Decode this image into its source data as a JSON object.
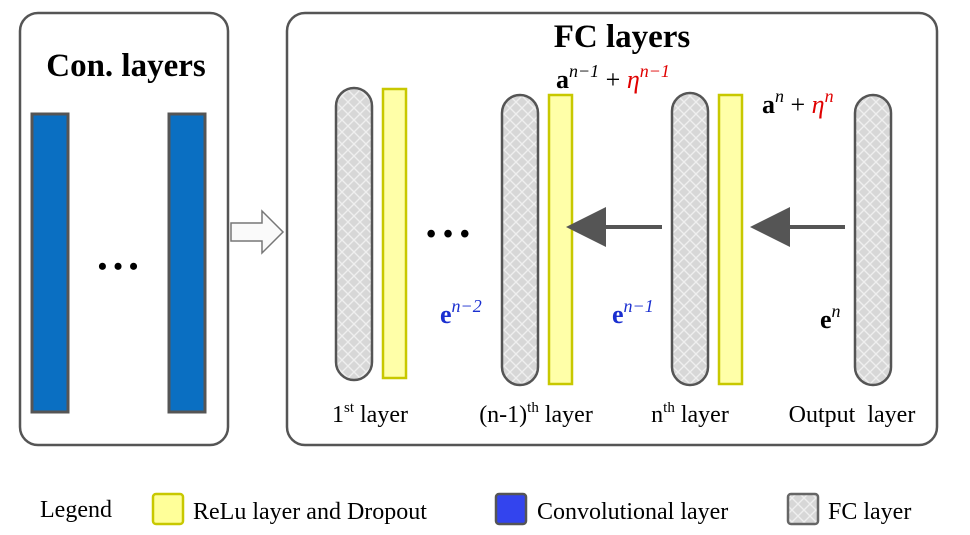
{
  "left_panel": {
    "title": "Con. layers",
    "dots": "• • •"
  },
  "right_panel": {
    "title": "FC layers",
    "mid_dots": "• • •"
  },
  "labels": {
    "first": {
      "base": "1",
      "sup": "st",
      "rest": " layer"
    },
    "nminus1": {
      "base": "(n-1)",
      "sup": "th",
      "rest": " layer"
    },
    "n": {
      "base": "n",
      "sup": "th",
      "rest": " layer"
    },
    "output": "Output  layer"
  },
  "formulas": {
    "top_left": {
      "a": "a",
      "a_sup": "n−1",
      "plus": " + ",
      "eta": "η",
      "eta_sup": "n−1"
    },
    "top_right": {
      "a": "a",
      "a_sup": "n",
      "plus": " + ",
      "eta": "η",
      "eta_sup": "n"
    },
    "e_nm2": {
      "e": "e",
      "sup": "n−2"
    },
    "e_nm1": {
      "e": "e",
      "sup": "n−1"
    },
    "e_n": {
      "e": "e",
      "sup": "n"
    }
  },
  "legend": {
    "title": "Legend",
    "items": [
      {
        "label": "ReLu layer and Dropout",
        "color": "#ffff99"
      },
      {
        "label": "Convolutional layer",
        "color": "#3344ee"
      },
      {
        "label": "FC layer",
        "color": "#dcdcdc"
      }
    ]
  },
  "colors": {
    "conv": "#0a6fc2",
    "relu_fill": "#ffffa8",
    "relu_stroke": "#c8c800",
    "fc_fill": "#d6d6d6",
    "red": "#e00000",
    "blue": "#1a2fd0"
  }
}
